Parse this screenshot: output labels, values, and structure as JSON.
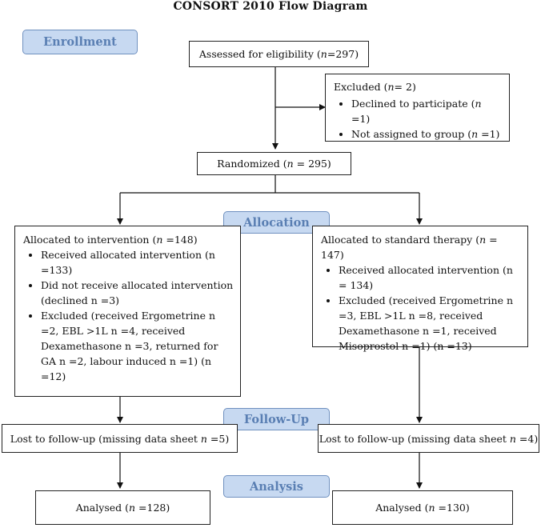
{
  "title": "CONSORT 2010 Flow Diagram",
  "stages": {
    "enrollment": "Enrollment",
    "allocation": "Allocation",
    "followup": "Follow-Up",
    "analysis": "Analysis"
  },
  "assessed": {
    "label": "Assessed for eligibility (",
    "n": "n",
    "value": "=297)"
  },
  "excluded": {
    "head_label": "Excluded  (",
    "head_n": "n",
    "head_value": "= 2)",
    "items": [
      {
        "label": "Declined to participate (",
        "n": "n",
        "value": " =1)"
      },
      {
        "label": "Not assigned to group (",
        "n": "n",
        "value": " =1)"
      }
    ]
  },
  "randomized": {
    "label": "Randomized (",
    "n": "n",
    "value": " = 295)"
  },
  "intervention": {
    "head_label": "Allocated to intervention (",
    "head_n": "n",
    "head_value": " =148)",
    "items": [
      {
        "text": "Received allocated intervention (n =133)"
      },
      {
        "text": "Did not receive allocated intervention (declined n =3)"
      },
      {
        "text": "Excluded (received Ergometrine n =2, EBL >1L n =4, received Dexamethasone n =3, returned for GA n =2, labour induced n =1) (n =12)"
      }
    ]
  },
  "standard": {
    "head_label": "Allocated to standard therapy (",
    "head_n": "n",
    "head_value": " = 147)",
    "items": [
      {
        "text": "Received allocated intervention (n = 134)"
      },
      {
        "text": "Excluded (received Ergometrine n =3, EBL >1L n =8, received Dexamethasone n =1, received Misoprostol n =1) (n =13)"
      }
    ]
  },
  "lost_left": {
    "label": "Lost to follow-up (missing data sheet ",
    "n": "n",
    "value": " =5)"
  },
  "lost_right": {
    "label": "Lost to follow-up (missing data sheet ",
    "n": "n",
    "value": " =4)"
  },
  "analysed_left": {
    "label": "Analysed  (",
    "n": "n",
    "value": " =128)"
  },
  "analysed_right": {
    "label": "Analysed  (",
    "n": "n",
    "value": " =130)"
  }
}
